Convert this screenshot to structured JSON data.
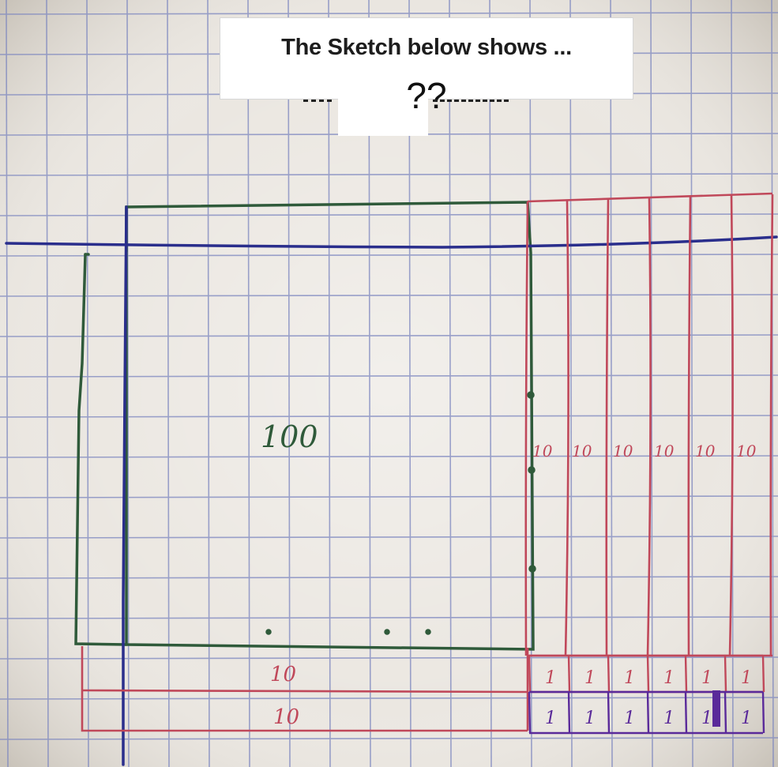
{
  "callout": {
    "title": "The Sketch below shows ...",
    "question": "??"
  },
  "labels": {
    "big_square": "100",
    "bottom_strip_1": "10",
    "bottom_strip_2": "10",
    "side_strips": [
      "10",
      "10",
      "10",
      "10",
      "10",
      "10"
    ],
    "unit_squares_row1": [
      "1",
      "1",
      "1",
      "1",
      "1",
      "1"
    ],
    "unit_squares_row2": [
      "1",
      "1",
      "1",
      "1",
      "1",
      "1"
    ]
  },
  "colors": {
    "paper": "#e9e5df",
    "grid": "#6f7bb8",
    "green_ink": "#2f5a3a",
    "blue_ink": "#2a2e8c",
    "red_ink": "#c0485a",
    "purple_ink": "#5a2a9a"
  }
}
